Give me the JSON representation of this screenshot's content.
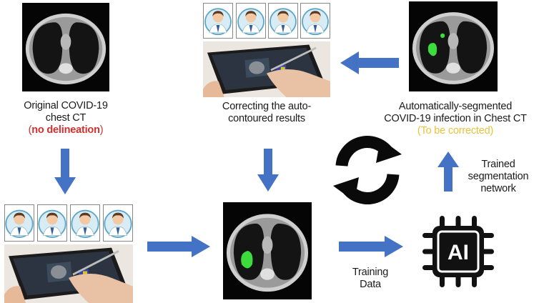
{
  "nodes": {
    "original": {
      "line1": "Original COVID-19",
      "line2": "chest CT",
      "note_open": "(",
      "note_strong": "no delineation",
      "note_close": ")"
    },
    "correcting": {
      "line1": "Correcting the auto-",
      "line2": "contoured results"
    },
    "auto_segmented": {
      "line1": "Automatically-segmented",
      "line2": "COVID-19 infection in Chest CT",
      "note": "(To be corrected)"
    },
    "trained_network": {
      "line1": "Trained",
      "line2": "segmentation",
      "line3": "network"
    },
    "training_data": {
      "line1": "Training",
      "line2": "Data"
    },
    "ai_chip": {
      "text": "AI"
    }
  },
  "colors": {
    "arrow": "#4472c4",
    "highlight_red": "#d32f2f",
    "highlight_yellow": "#e8c33a",
    "lesion_green": "#3ddc3d"
  },
  "icons": [
    "doctor-avatar-icon",
    "tablet-pen-icon",
    "refresh-cycle-icon",
    "ai-chip-icon",
    "arrow-icon"
  ]
}
